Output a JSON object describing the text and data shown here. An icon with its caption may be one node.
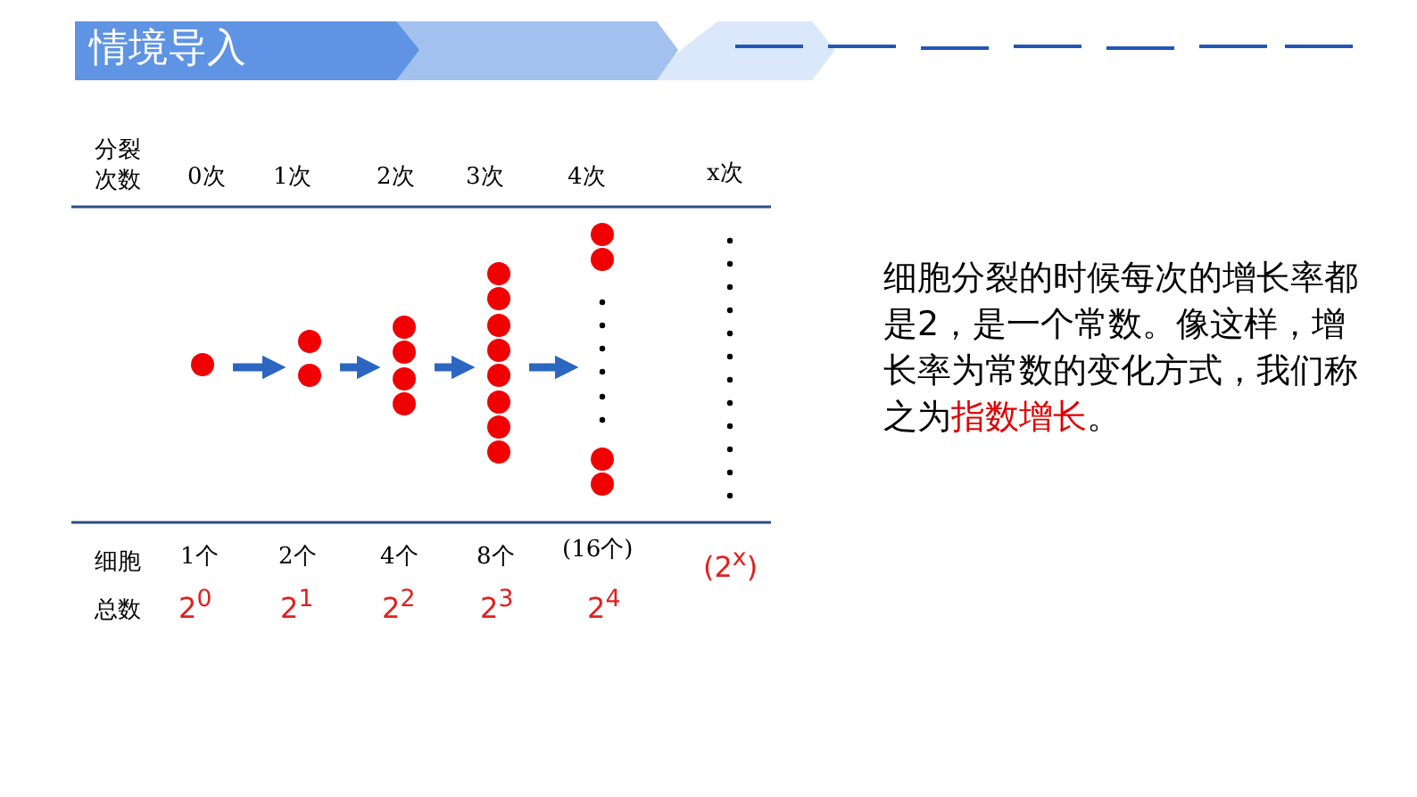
{
  "diagram": {
    "title": "情境导入",
    "nodes": [
      {
        "text": [],
        "shape": "circle"
      },
      {
        "text": [],
        "shape": "circle"
      },
      {
        "text": [],
        "shape": "circle"
      },
      {
        "text": [],
        "shape": "circle"
      },
      {
        "text": [],
        "shape": "circle"
      }
    ],
    "edges": [
      {
        "from": 0,
        "to": 1,
        "arrow": "to"
      },
      {
        "from": 1,
        "to": 2,
        "arrow": "to"
      },
      {
        "from": 2,
        "to": 3,
        "arrow": "to"
      },
      {
        "from": 3,
        "to": 4,
        "arrow": "to"
      }
    ],
    "labels": [
      "分裂次数",
      "0次",
      "1次",
      "2次",
      "3次",
      "4次",
      "x次",
      "细胞分裂的时候每次的增长率都是2，是一个常数。像这样，增长率为常数的变化方式，我们称之为**指数增长**。",
      "细胞总数",
      "1个",
      "2个",
      "4个",
      "8个",
      "(16个)",
      "(2$^{x}$)",
      "2$^{0}$",
      "2$^{1}$",
      "2$^{2}$",
      "2$^{3}$",
      "2$^{4}$"
    ]
  }
}
